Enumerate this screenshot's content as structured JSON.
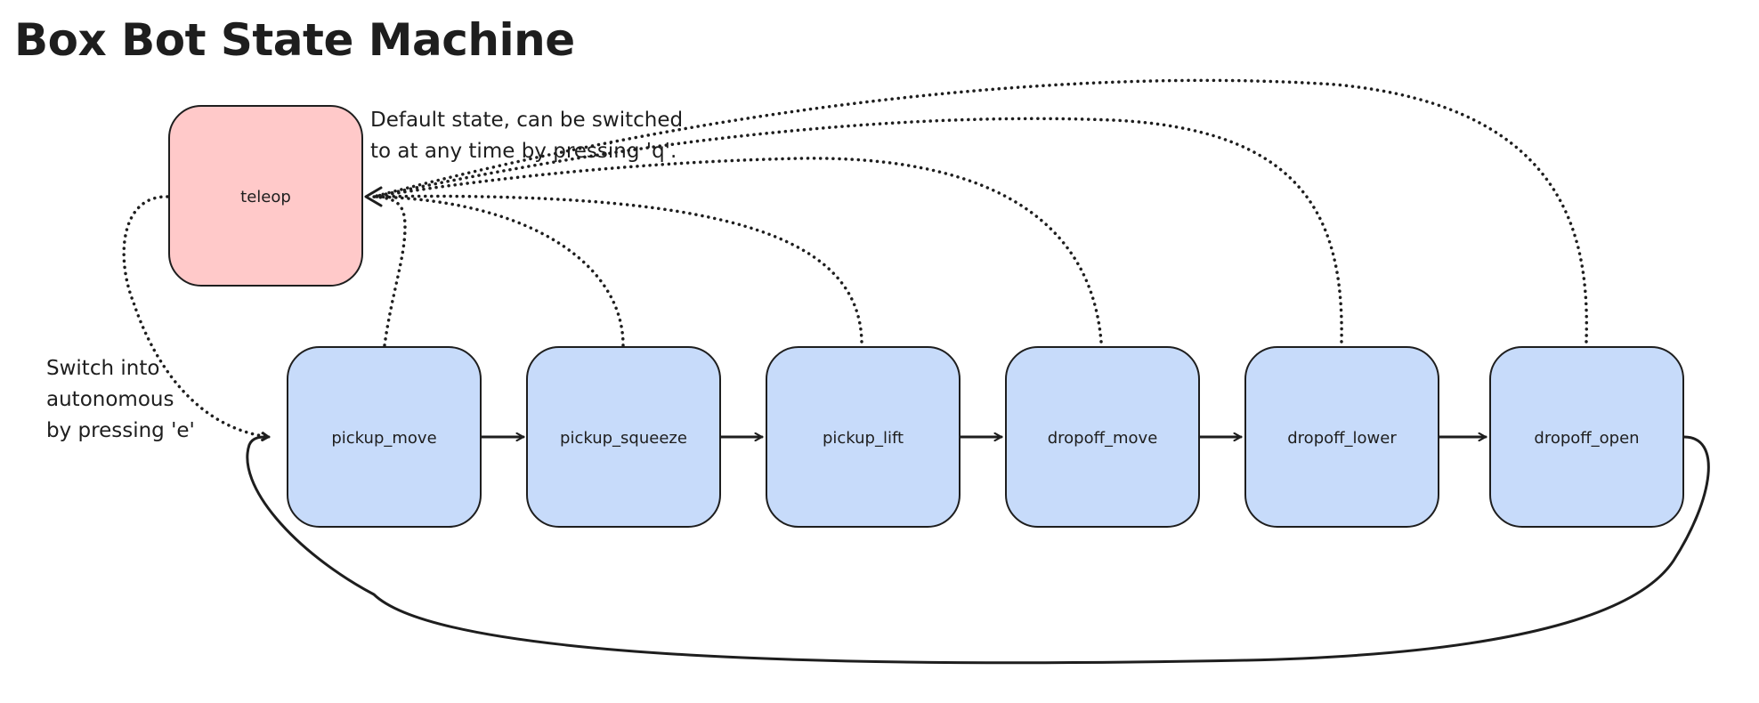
{
  "title": "Box Bot State Machine",
  "colors": {
    "teleop_fill": "#ffc9c9",
    "auto_fill": "#c7dbfa",
    "stroke": "#1e1e1e"
  },
  "states": {
    "teleop": "teleop",
    "pickup_move": "pickup_move",
    "pickup_squeeze": "pickup_squeeze",
    "pickup_lift": "pickup_lift",
    "dropoff_move": "dropoff_move",
    "dropoff_lower": "dropoff_lower",
    "dropoff_open": "dropoff_open"
  },
  "notes": {
    "teleop_line1": "Default state, can be switched",
    "teleop_line2": "to at any time by pressing 'q'.",
    "auto_line1": "Switch into",
    "auto_line2": "autonomous",
    "auto_line3": "by pressing 'e'"
  }
}
